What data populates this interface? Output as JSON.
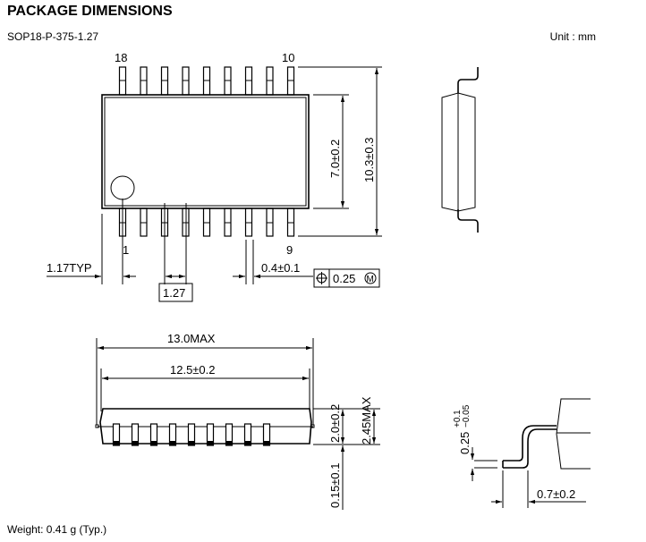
{
  "header": {
    "title": "PACKAGE DIMENSIONS",
    "package_code": "SOP18-P-375-1.27",
    "unit": "Unit : mm"
  },
  "top_view": {
    "pin_labels": {
      "top_left": "18",
      "top_right": "10",
      "bottom_left": "1",
      "bottom_right": "9"
    },
    "dim_body_width": "7.0±0.2",
    "dim_total_width": "10.3±0.3",
    "dim_edge": "1.17TYP",
    "dim_pitch": "1.27",
    "dim_lead_width": "0.4±0.1",
    "tolerance": {
      "value": "0.25",
      "modifier": "M"
    }
  },
  "front_view": {
    "dim_max_length": "13.0MAX",
    "dim_body_length": "12.5±0.2",
    "dim_body_height": "2.0±0.2",
    "dim_max_height": "2.45MAX",
    "dim_standoff": "0.15±0.1"
  },
  "lead_detail": {
    "dim_thickness": "0.25",
    "dim_thickness_tol_plus": "+0.1",
    "dim_thickness_tol_minus": "−0.05",
    "dim_foot_length": "0.7±0.2"
  },
  "footer": {
    "weight": "Weight: 0.41 g (Typ.)"
  }
}
